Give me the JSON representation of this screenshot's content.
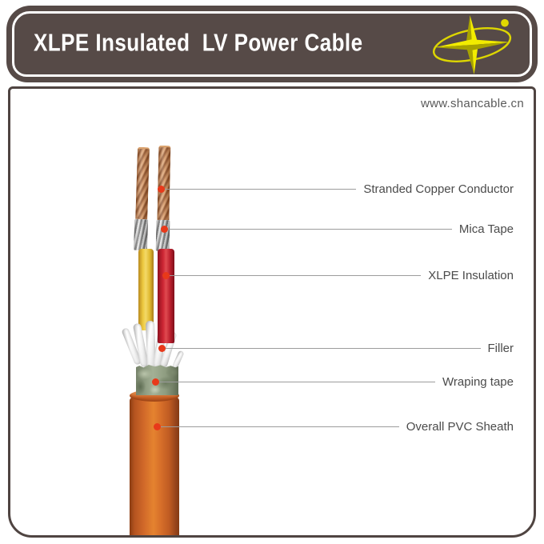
{
  "header": {
    "title": "XLPE Insulated  LV Power Cable",
    "logo": "compass-star-logo"
  },
  "website": "www.shancable.cn",
  "diagram": {
    "subject": "xlpe-insulated-lv-power-cable-cutaway",
    "callouts": [
      {
        "label": "Stranded Copper Conductor"
      },
      {
        "label": "Mica Tape"
      },
      {
        "label": "XLPE Insulation"
      },
      {
        "label": "Filler"
      },
      {
        "label": "Wraping tape"
      },
      {
        "label": "Overall PVC Sheath"
      }
    ],
    "parts": [
      "stranded-copper-conductor",
      "mica-tape",
      "xlpe-insulation",
      "filler",
      "wraping-tape",
      "overall-pvc-sheath"
    ]
  },
  "colors": {
    "header_bg": "#564a47",
    "panel_border": "#4f4441",
    "accent_dot": "#e8391a",
    "leader_line": "#9c9c9c",
    "label_text": "#4b4b4b",
    "sheath_orange": "#d06829",
    "core_yellow": "#edc93f",
    "core_red": "#cc2533",
    "copper": "#b4764a",
    "mica_gray": "#9fa0a0",
    "tape_green": "#8e9c80",
    "logo_yellow": "#e4dc00"
  }
}
